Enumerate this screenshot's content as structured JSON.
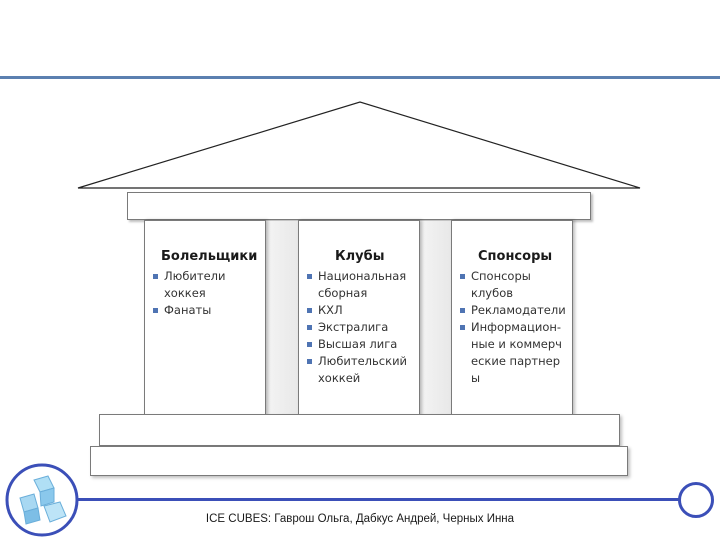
{
  "footer": {
    "text": "ICE CUBES: Гаврош Ольга, Дабкус Андрей, Черных Инна"
  },
  "columns": [
    {
      "title": "Болельщики",
      "items": [
        "Любители хоккея",
        "Фанаты"
      ]
    },
    {
      "title": "Клубы",
      "items": [
        "Национальная сборная",
        "КХЛ",
        "Экстралига",
        "Высшая лига",
        "Любительский хоккей"
      ]
    },
    {
      "title": "Спонсоры",
      "items": [
        "Спонсоры клубов",
        "Рекламодатели",
        "Информацион-ные и коммерческие партнеры"
      ]
    }
  ],
  "colors": {
    "top_rule": "#5b80b0",
    "bottom_rule": "#3b4fb8",
    "bullet": "#4f74b3",
    "logo_circle": "#3b4fb8",
    "ice": "#7ec3ea"
  },
  "icons": {
    "logo": "ice-cubes-logo-icon",
    "nav_circle": "circle-icon"
  }
}
